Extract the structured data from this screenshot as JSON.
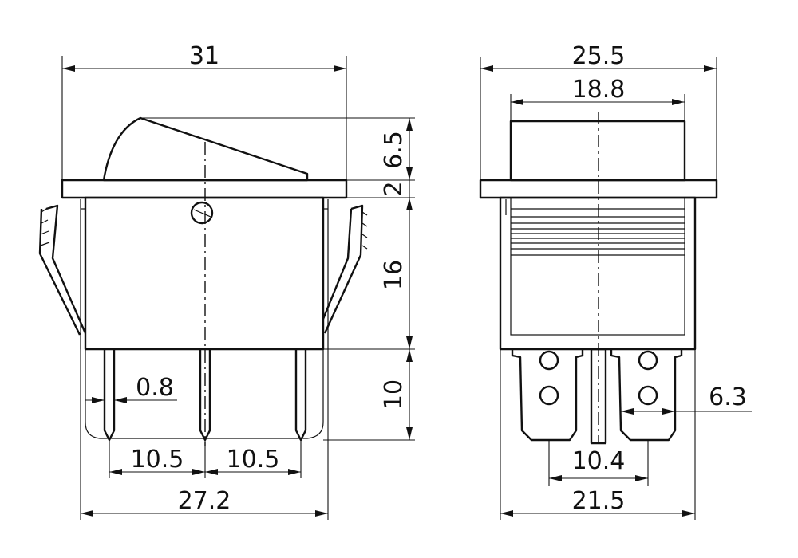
{
  "front_view": {
    "width_overall": "31",
    "rocker_height": "6.5",
    "flange_thickness": "2",
    "body_height": "16",
    "terminal_length": "10",
    "terminal_thickness": "0.8",
    "pitch_left": "10.5",
    "pitch_right": "10.5",
    "body_width": "27.2"
  },
  "side_view": {
    "width_overall": "25.5",
    "rocker_width": "18.8",
    "terminal_width": "6.3",
    "terminal_pitch": "10.4",
    "body_width": "21.5"
  }
}
